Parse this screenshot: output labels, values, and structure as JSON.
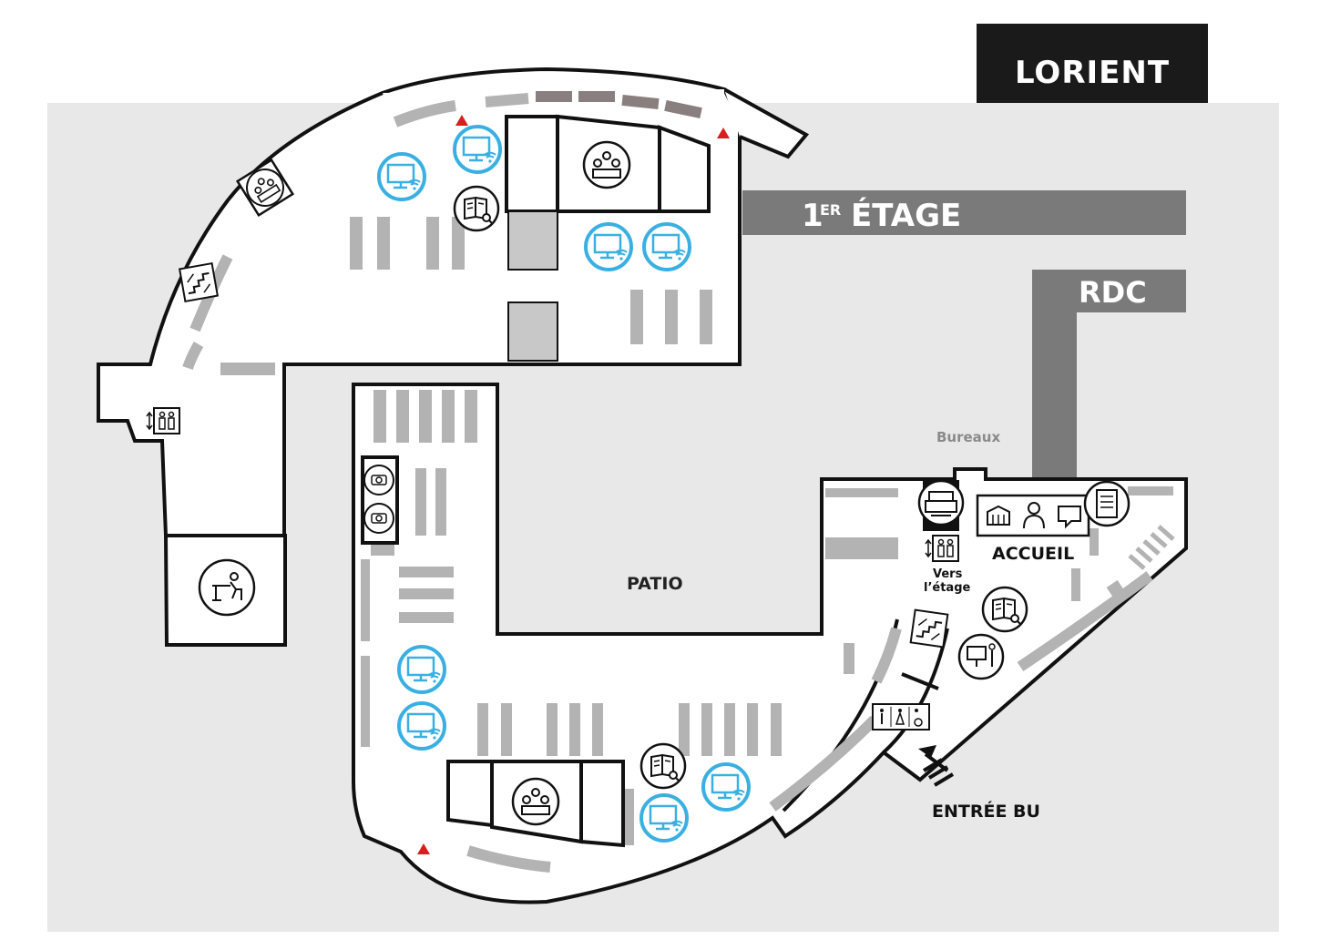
{
  "title": "LORIENT",
  "legend": {
    "first_floor_prefix": "1",
    "first_floor_sup": "ER",
    "first_floor_label": "ÉTAGE",
    "ground_floor_label": "RDC",
    "first_floor_color": "#7a7a7a",
    "ground_floor_color": "#7a7a7a"
  },
  "labels": {
    "patio": "PATIO",
    "bureaux": "Bureaux",
    "accueil": "ACCUEIL",
    "vers_line1": "Vers",
    "vers_line2": "l’étage",
    "entree": "ENTRÉE BU"
  },
  "colors": {
    "background_area": "#e8e8e8",
    "wall": "#111111",
    "floor": "#ffffff",
    "shelving": "#b3b3b3",
    "accent_icon": "#3ab0e2",
    "emergency_marker": "#d81e1e",
    "study_room_window": "#8a7f7f"
  },
  "icons": {
    "computer_wifi": "computer-wifi-icon",
    "group_room": "group-workroom-icon",
    "catalog": "catalog-search-icon",
    "stairs": "stairs-icon",
    "elevator": "elevator-icon",
    "desk": "individual-desk-icon",
    "printer": "printer-copier-icon",
    "vending": "vending-machine-icon",
    "toilets": "toilets-accessible-icon",
    "presentation": "presentation-screen-icon",
    "accueil_services": [
      "library-building-icon",
      "librarian-icon",
      "help-chat-icon"
    ],
    "entrance_arrow": "entrance-arrow-icon",
    "emergency": "emergency-exit-triangle-icon"
  }
}
